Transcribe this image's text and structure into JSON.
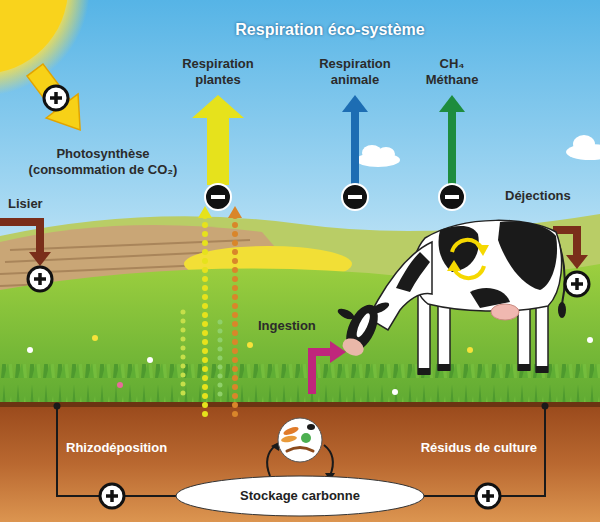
{
  "diagram": {
    "title": "Respiration éco-système",
    "nodes": [
      {
        "text": [
          "Stockage carbonne"
        ]
      }
    ],
    "labels": [
      "Photosynthèse (consommation de CO₂)",
      "Respiration plantes",
      "Respiration animale",
      "CH₄ Méthane",
      "Lisier",
      "Déjections",
      "Ingestion",
      "Rhizodéposition",
      "Résidus de culture"
    ]
  }
}
